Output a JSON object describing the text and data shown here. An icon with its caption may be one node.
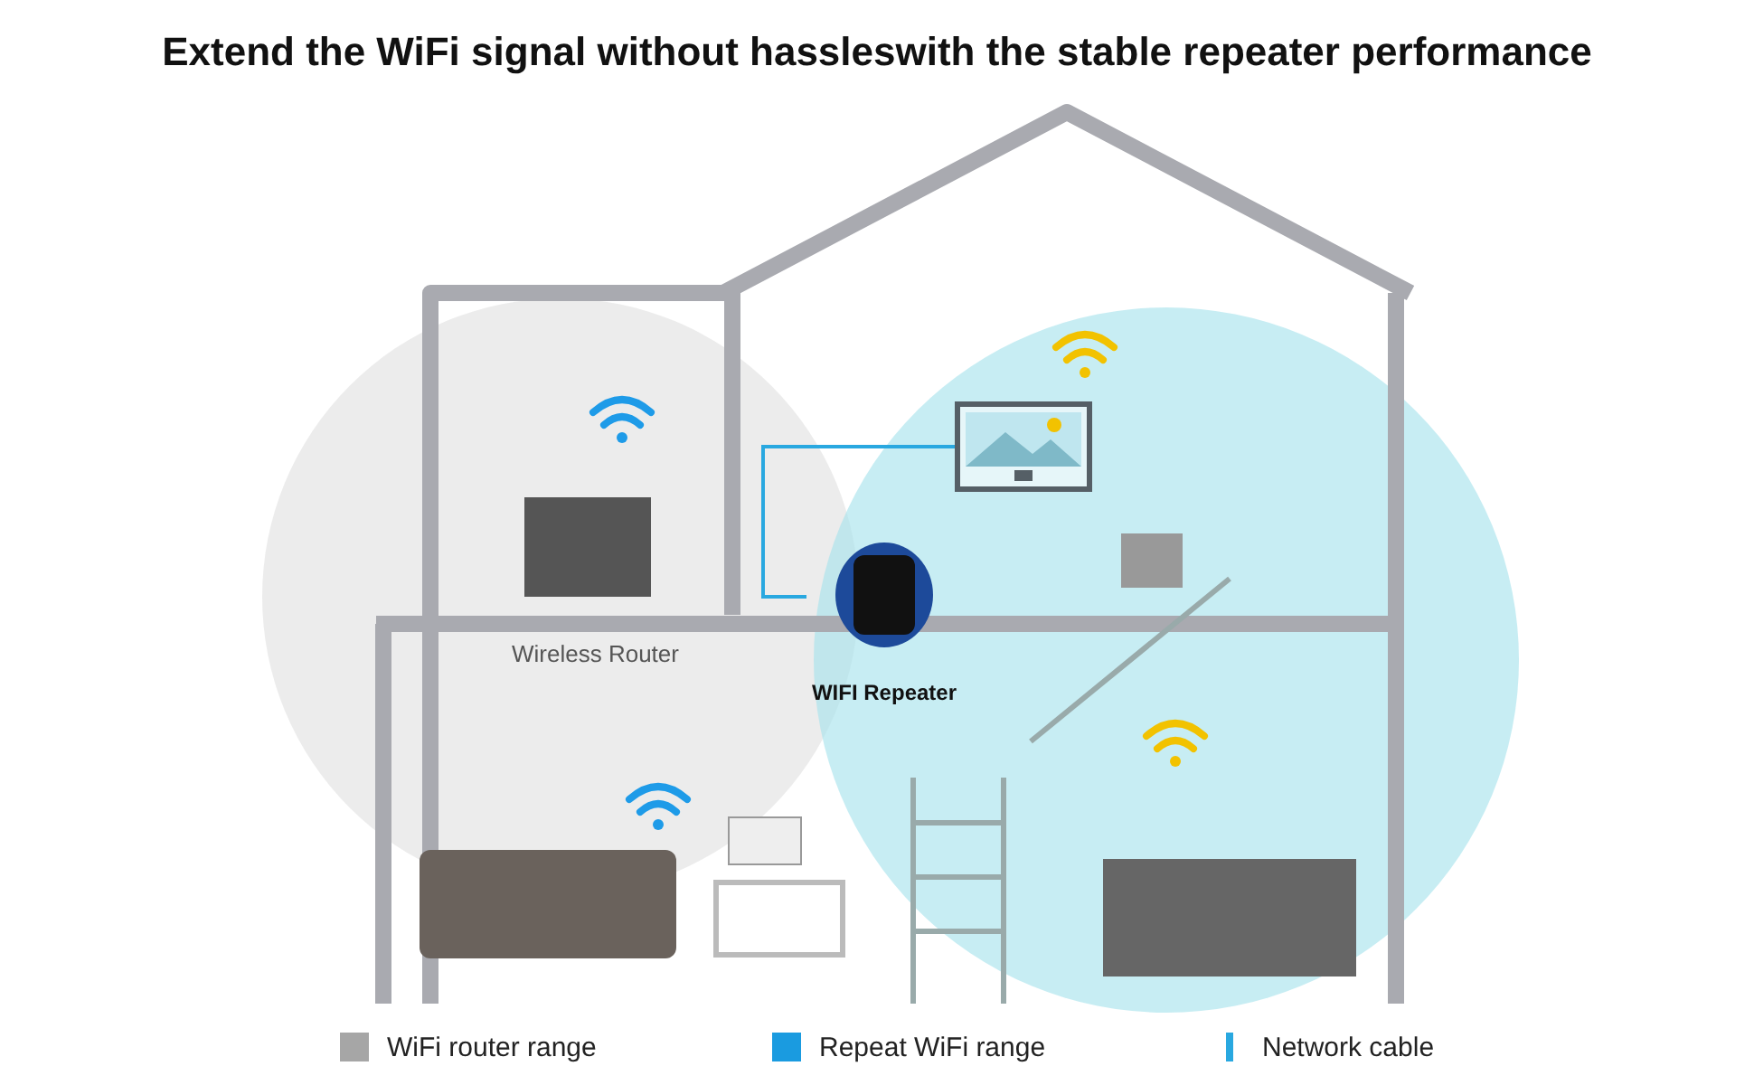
{
  "diagram": {
    "title": "Extend the WiFi signal without hassleswith the stable repeater performance",
    "nodes": [
      {
        "text": [
          "WIFI Repeater"
        ]
      },
      {
        "text": [],
        "shape": "picture"
      }
    ],
    "edges": [
      {
        "from": 0,
        "to": 1,
        "arrow": "none"
      }
    ],
    "labels": [
      "Wireless Router"
    ],
    "legend": [
      {
        "text": "WiFi router range",
        "color": "#a6a6a6"
      },
      {
        "text": "Repeat WiFi range",
        "color": "#1a9be0"
      },
      {
        "text": "Network cable"
      }
    ]
  }
}
